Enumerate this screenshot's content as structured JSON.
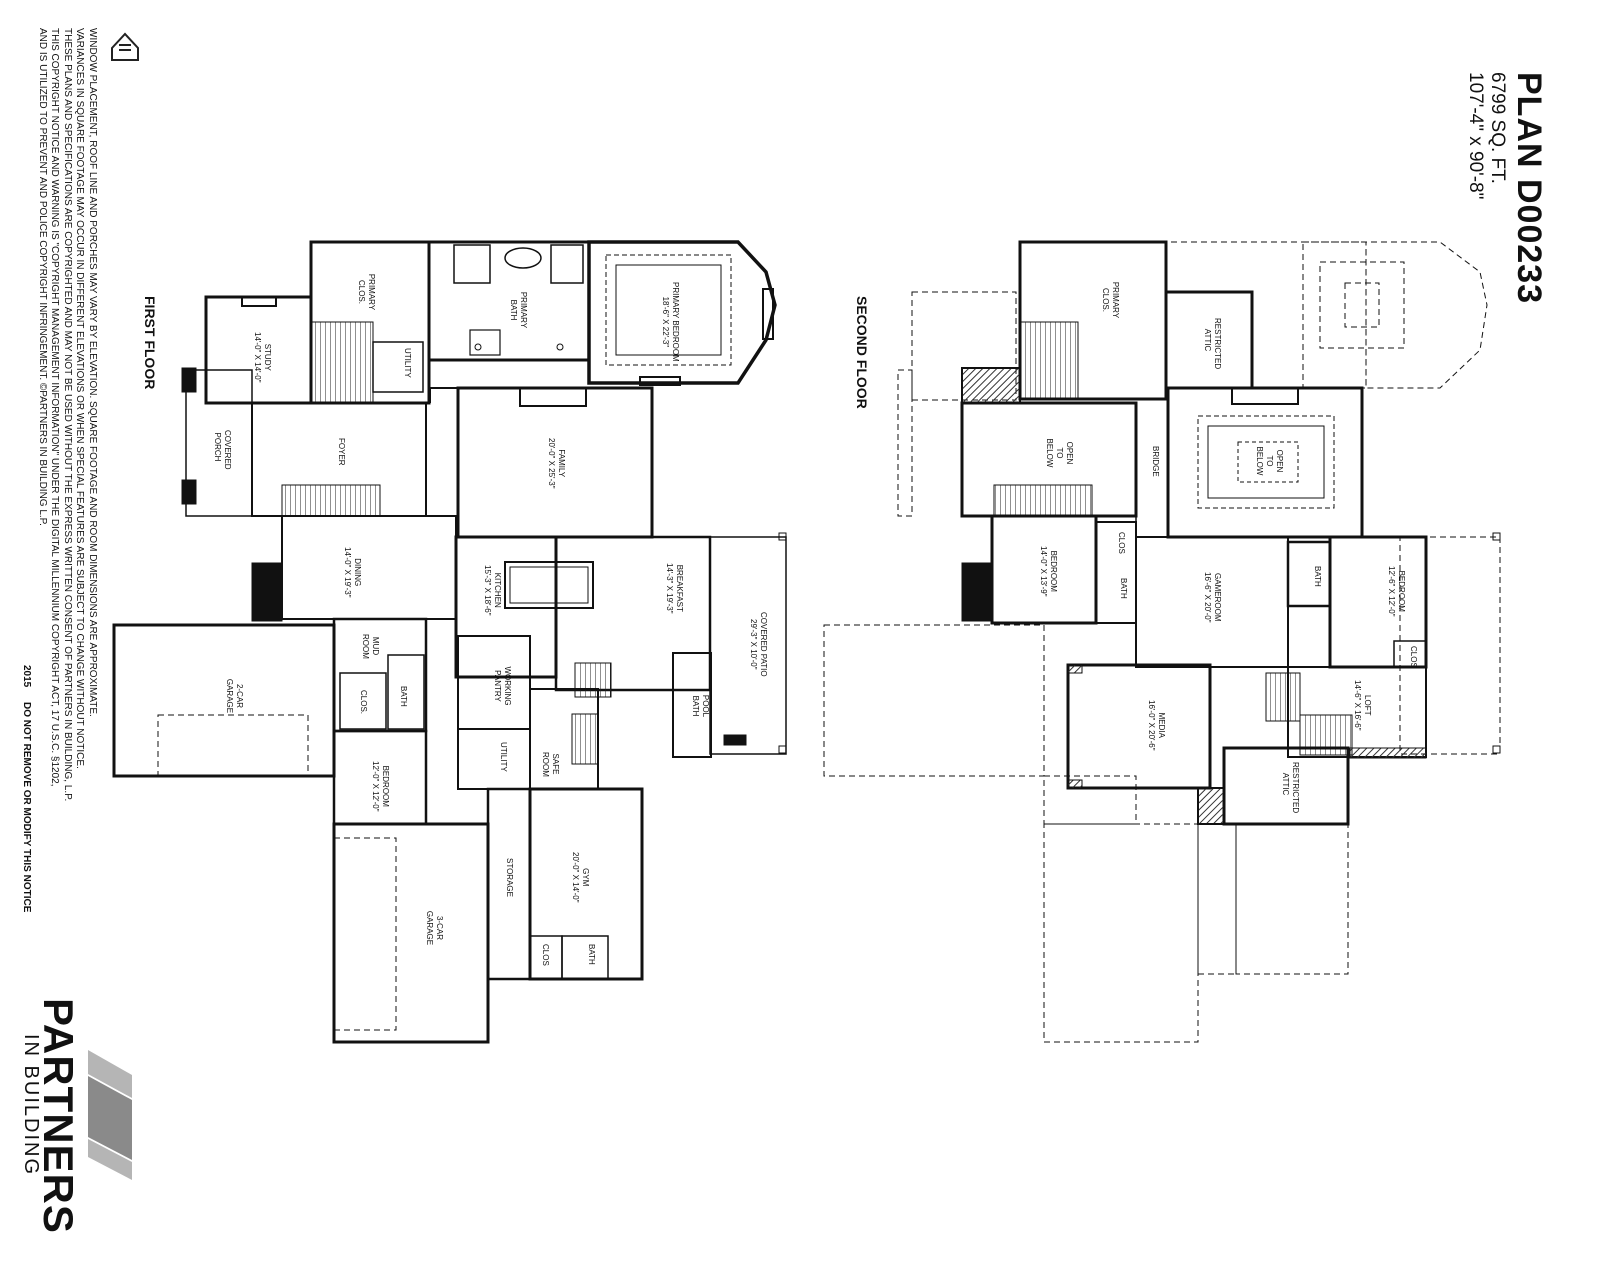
{
  "title": {
    "plan": "PLAN D00233",
    "sqft": "6799 SQ. FT.",
    "dims": "107'-4\" x 90'-8\""
  },
  "floors": {
    "first": "FIRST FLOOR",
    "second": "SECOND FLOOR"
  },
  "notice": {
    "line1": "WINDOW PLACEMENT, ROOF LINE AND PORCHES MAY VARY BY ELEVATION. SQUARE FOOTAGE AND ROOM DIMENSIONS ARE APPROXIMATE.",
    "line2": "VARIANCES IN SQUARE FOOTAGE MAY OCCUR IN DIFFERENT ELEVATIONS OR WHEN SPECIAL FEATURES ARE SUBJECT TO CHANGE WITHOUT NOTICE.",
    "line3": "THESE PLANS AND SPECIFICATIONS ARE COPYRIGHTED AND MAY NOT BE USED WITHOUT THE EXPRESS WRITTEN CONSENT OF PARTNERS IN BUILDING, L.P.",
    "line4": "THIS COPYRIGHT NOTICE AND WARNING IS \"COPYRIGHT MANAGEMENT INFORMATION\" UNDER THE DIGITAL MILLENNIUM COPYRIGHT ACT, 17 U.S.C. §1202,",
    "line5": "AND IS UTILIZED TO PREVENT AND POLICE COPYRIGHT INFRINGEMENT. ©PARTNERS IN BUILDING L.P.",
    "year": "2015",
    "warning": "DO NOT REMOVE OR MODIFY THIS NOTICE"
  },
  "logo": {
    "name": "PARTNERS",
    "sub": "IN BUILDING"
  },
  "first_floor_rooms": {
    "study_name": "STUDY",
    "study_dim": "14'-0\" X 14'-0\"",
    "primary_clos": "PRIMARY CLOS.",
    "utility1": "UTILITY",
    "primary_bath": "PRIMARY BATH",
    "primary_bedroom_name": "PRIMARY BEDROOM",
    "primary_bedroom_dim": "18'-6\" X 22'-3\"",
    "covered_porch": "COVERED PORCH",
    "foyer": "FOYER",
    "family_name": "FAMILY",
    "family_dim": "20'-0\" X 25'-3\"",
    "dining_name": "DINING",
    "dining_dim": "14'-0\" X 19'-3\"",
    "kitchen_name": "KITCHEN",
    "kitchen_dim": "15'-3\" X 18'-6\"",
    "breakfast_name": "BREAKFAST",
    "breakfast_dim": "14'-3\" X 19'-3\"",
    "patio_name": "COVERED PATIO",
    "patio_dim": "29'-3\" X 10'-0\"",
    "garage2_name": "2-CAR GARAGE",
    "mud_room": "MUD ROOM",
    "clos1": "CLOS.",
    "bath1": "BATH",
    "working_pantry": "WORKING PANTRY",
    "pool_bath": "POOL BATH",
    "utility2": "UTILITY",
    "safe_room": "SAFE ROOM",
    "bedroom1_name": "BEDROOM",
    "bedroom1_dim": "12'-0\" X 12'-0\"",
    "garage3_name": "3-CAR GARAGE",
    "storage": "STORAGE",
    "gym_name": "GYM",
    "gym_dim": "20'-0\" X 14'-0\"",
    "gym_clos": "CLOS",
    "gym_bath": "BATH"
  },
  "second_floor_rooms": {
    "primary_clos": "PRIMARY CLOS.",
    "restricted_attic1": "RESTRICTED ATTIC",
    "open_to_below1": "OPEN TO BELOW",
    "bridge": "BRIDGE",
    "open_to_below2": "OPEN TO BELOW",
    "bedroom2_name": "BEDROOM",
    "bedroom2_dim": "14'-0\" X 13'-9\"",
    "clos2": "CLOS",
    "bath2": "BATH",
    "gameroom_name": "GAMEROOM",
    "gameroom_dim": "16'-6\" X 20'-0\"",
    "bath3": "BATH",
    "bedroom3_name": "BEDROOM",
    "bedroom3_dim": "12'-6\" X 12'-0\"",
    "clos3": "CLOS",
    "loft_name": "LOFT",
    "loft_dim": "14'-6\" X 16'-6\"",
    "media_name": "MEDIA",
    "media_dim": "16'-0\" X 20'-6\"",
    "restricted_attic2": "RESTRICTED ATTIC"
  }
}
